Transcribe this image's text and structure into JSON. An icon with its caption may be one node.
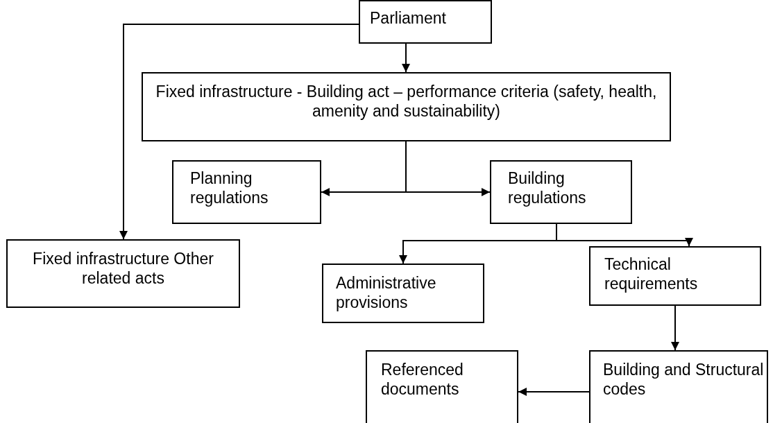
{
  "diagram": {
    "nodes": [
      {
        "text": [
          "Parliament"
        ]
      },
      {
        "text": [
          "Fixed infrastructure - Building act – performance criteria (safety, health, amenity and sustainability)"
        ]
      },
      {
        "text": [
          "Planning regulations"
        ]
      },
      {
        "text": [
          "Building regulations"
        ]
      },
      {
        "text": [
          "Fixed infrastructure Other related acts"
        ]
      },
      {
        "text": [
          "Administrative provisions"
        ]
      },
      {
        "text": [
          "Technical requirements"
        ]
      },
      {
        "text": [
          "Referenced documents"
        ]
      },
      {
        "text": [
          "Building and Structural codes"
        ]
      }
    ],
    "edges": [
      {
        "from": 0,
        "to": 1,
        "arrow": "to"
      },
      {
        "from": 0,
        "to": 4,
        "arrow": "to"
      },
      {
        "from": 1,
        "to": 2,
        "arrow": "to"
      },
      {
        "from": 1,
        "to": 3,
        "arrow": "to"
      },
      {
        "from": 3,
        "to": 5,
        "arrow": "to"
      },
      {
        "from": 3,
        "to": 6,
        "arrow": "to"
      },
      {
        "from": 6,
        "to": 8,
        "arrow": "to"
      },
      {
        "from": 8,
        "to": 7,
        "arrow": "to"
      }
    ]
  }
}
